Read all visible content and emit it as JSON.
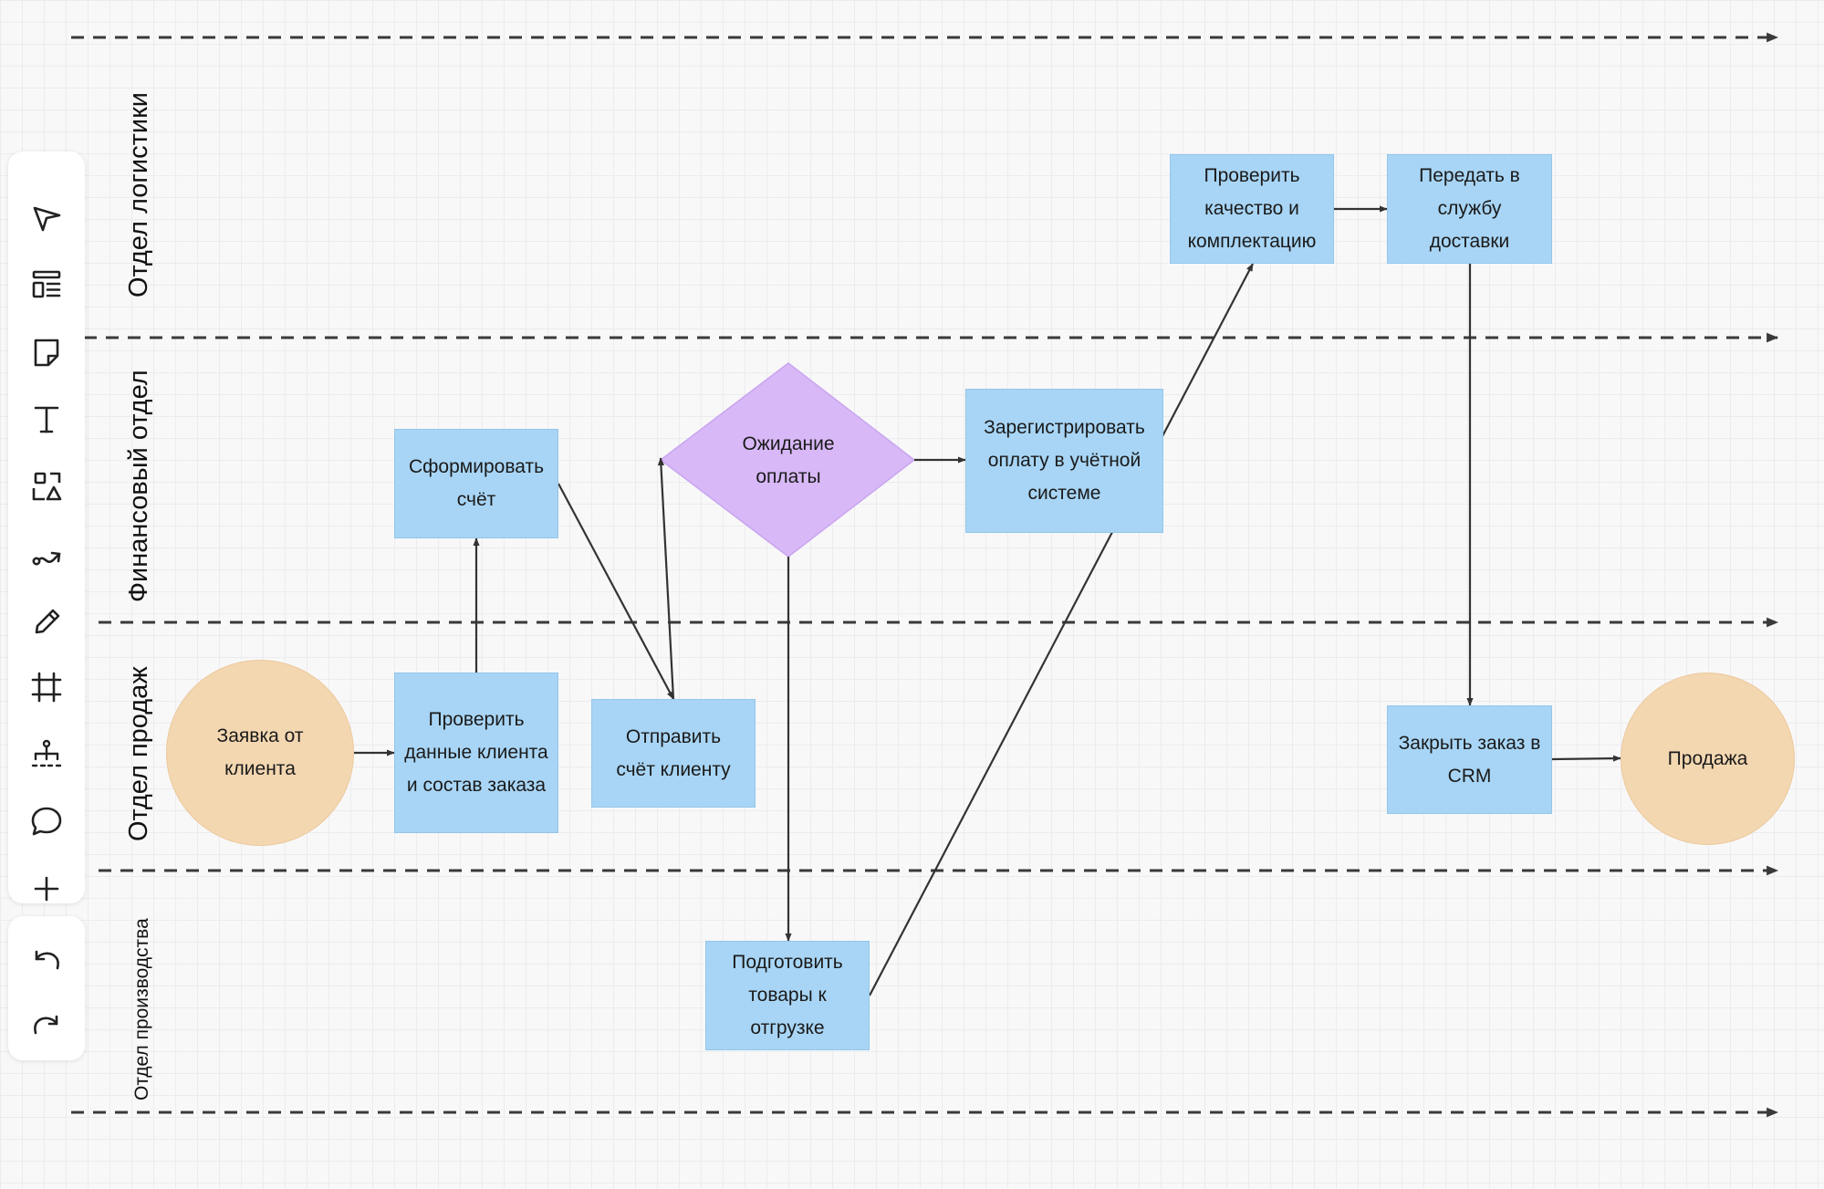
{
  "lanes": [
    {
      "id": "logistics",
      "label": "Отдел логистики"
    },
    {
      "id": "finance",
      "label": "Финансовый отдел"
    },
    {
      "id": "sales",
      "label": "Отдел продаж"
    },
    {
      "id": "production",
      "label": "Отдел производства"
    }
  ],
  "nodes": {
    "client_request": "Заявка от клиента",
    "check_client_data": "Проверить данные клиента и состав заказа",
    "form_invoice": "Сформировать счёт",
    "send_invoice": "Отправить счёт клиенту",
    "await_payment": "Ожидание оплаты",
    "register_payment": "Зарегистрировать оплату в учётной системе",
    "prepare_goods": "Подготовить товары к отгрузке",
    "check_quality": "Проверить качество и комплектацию",
    "hand_to_delivery": "Передать в службу доставки",
    "close_order": "Закрыть заказ в CRM",
    "sale": "Продажа"
  },
  "colors": {
    "process": "#a8d5f5",
    "event": "#f3d7b1",
    "decision": "#d8b8f7",
    "connector": "#333333",
    "lane_divider": "#3a3a3a"
  },
  "toolbar": {
    "tools": [
      "select-icon",
      "template-icon",
      "sticky-note-icon",
      "text-icon",
      "shapes-icon",
      "connector-icon",
      "pen-icon",
      "frame-icon",
      "mindmap-icon",
      "comment-icon",
      "add-icon"
    ],
    "history": [
      "undo-icon",
      "redo-icon"
    ]
  }
}
